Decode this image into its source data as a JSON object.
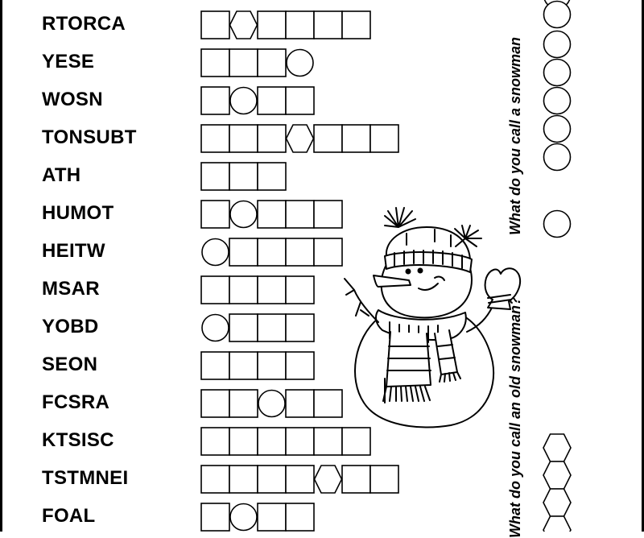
{
  "puzzle": {
    "rows": [
      {
        "scrambled": "RTORCA",
        "boxes": [
          "square",
          "hexagon",
          "square",
          "square",
          "square",
          "square"
        ]
      },
      {
        "scrambled": "YESE",
        "boxes": [
          "square",
          "square",
          "square",
          "circle"
        ]
      },
      {
        "scrambled": "WOSN",
        "boxes": [
          "square",
          "circle",
          "square",
          "square"
        ]
      },
      {
        "scrambled": "TONSUBT",
        "boxes": [
          "square",
          "square",
          "square",
          "hexagon",
          "square",
          "square",
          "square"
        ]
      },
      {
        "scrambled": "ATH",
        "boxes": [
          "square",
          "square",
          "square"
        ]
      },
      {
        "scrambled": "HUMOT",
        "boxes": [
          "square",
          "circle",
          "square",
          "square",
          "square"
        ]
      },
      {
        "scrambled": "HEITW",
        "boxes": [
          "circle",
          "square",
          "square",
          "square",
          "square"
        ]
      },
      {
        "scrambled": "MSAR",
        "boxes": [
          "square",
          "square",
          "square",
          "square"
        ]
      },
      {
        "scrambled": "YOBD",
        "boxes": [
          "circle",
          "square",
          "square",
          "square"
        ]
      },
      {
        "scrambled": "SEON",
        "boxes": [
          "square",
          "square",
          "square",
          "square"
        ]
      },
      {
        "scrambled": "FCSRA",
        "boxes": [
          "square",
          "square",
          "circle",
          "square",
          "square"
        ]
      },
      {
        "scrambled": "KTSISC",
        "boxes": [
          "square",
          "square",
          "square",
          "square",
          "square",
          "square"
        ]
      },
      {
        "scrambled": "TSTMNEI",
        "boxes": [
          "square",
          "square",
          "square",
          "square",
          "hexagon",
          "square",
          "square"
        ]
      },
      {
        "scrambled": "FOAL",
        "boxes": [
          "square",
          "circle",
          "square",
          "square"
        ]
      }
    ]
  },
  "riddles": {
    "first": "What do you call a snowman",
    "second": "What do you call an old snowman?"
  },
  "answers": {
    "first_circles": 7,
    "second_hexagons": 4
  },
  "icons": {
    "illustration": "snowman-illustration"
  },
  "colors": {
    "ink": "#000000",
    "paper": "#ffffff"
  }
}
